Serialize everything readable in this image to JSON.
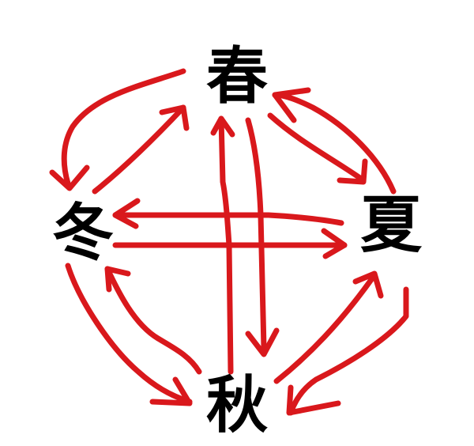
{
  "diagram": {
    "type": "season-cycle",
    "nodes": [
      {
        "id": "spring",
        "label": "春",
        "position": "top"
      },
      {
        "id": "summer",
        "label": "夏",
        "position": "right"
      },
      {
        "id": "autumn",
        "label": "秋",
        "position": "bottom"
      },
      {
        "id": "winter",
        "label": "冬",
        "position": "left"
      }
    ],
    "edges": [
      {
        "from": "spring",
        "to": "winter"
      },
      {
        "from": "winter",
        "to": "spring"
      },
      {
        "from": "spring",
        "to": "summer"
      },
      {
        "from": "summer",
        "to": "spring"
      },
      {
        "from": "winter",
        "to": "autumn"
      },
      {
        "from": "autumn",
        "to": "winter"
      },
      {
        "from": "autumn",
        "to": "summer"
      },
      {
        "from": "summer",
        "to": "autumn"
      },
      {
        "from": "summer",
        "to": "winter"
      },
      {
        "from": "winter",
        "to": "summer"
      },
      {
        "from": "spring",
        "to": "autumn"
      },
      {
        "from": "autumn",
        "to": "spring"
      }
    ],
    "colors": {
      "arrow": "#d9181c",
      "text": "#000000",
      "background": "#ffffff"
    }
  }
}
